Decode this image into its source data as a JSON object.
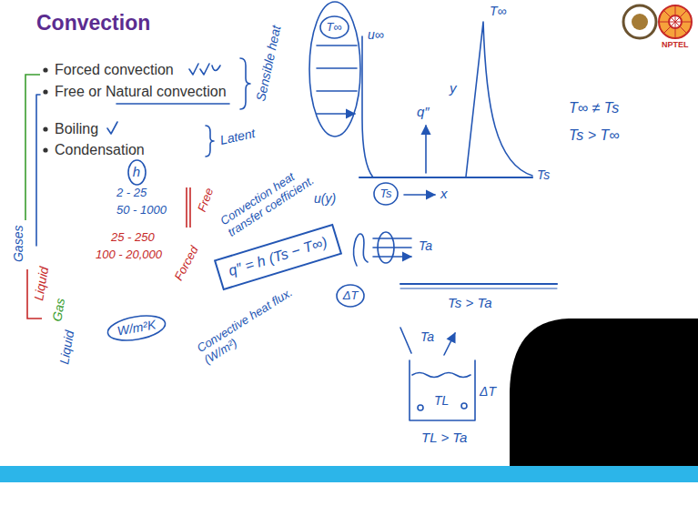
{
  "diagram": {
    "title": "Convection",
    "nodes": [
      {
        "text": [
          "T∞"
        ]
      },
      {
        "text": [
          "Ts"
        ]
      },
      {
        "text": [
          "h"
        ]
      },
      {
        "text": [
          "q″ = h (Ts − T∞)"
        ]
      },
      {
        "text": [
          "ΔT"
        ]
      },
      {
        "text": [
          "W/m²K"
        ]
      }
    ],
    "labels": [
      "Forced convection",
      "Free or Natural convection",
      "Boiling",
      "Condensation",
      "Sensible heat",
      "Latent",
      "2 - 25",
      "50 - 1000",
      "25 - 250",
      "100 - 20,000",
      "Free",
      "Forced",
      "Gases",
      "Liquid",
      "Gas",
      "Liquid",
      "Convection heat transfer coefficient.",
      "Convective heat flux. (W/m²)",
      "u∞",
      "q″",
      "y",
      "T∞",
      "Ts",
      "x",
      "u(y)",
      "T∞ ≠ Ts",
      "Ts > T∞",
      "Ta",
      "Ts > Ta",
      "Ta",
      "TL",
      "ΔT",
      "TL > Ta",
      "NPTEL"
    ]
  }
}
